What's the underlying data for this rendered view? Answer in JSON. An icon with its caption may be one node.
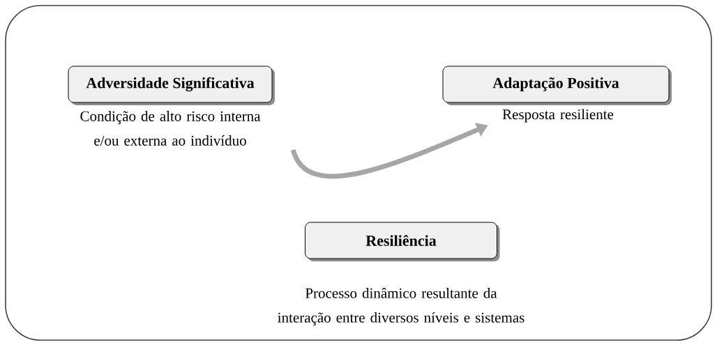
{
  "diagram": {
    "nodes": [
      {
        "text": [
          "Adversidade Significativa"
        ],
        "beside": [
          "Condição de alto risco interna e/ou externa ao indivíduo"
        ]
      },
      {
        "text": [
          "Adaptação Positiva"
        ],
        "beside": [
          "Resposta resiliente"
        ]
      },
      {
        "text": [
          "Resiliência"
        ],
        "beside": [
          "Processo dinâmico resultante da interação entre diversos níveis e sistemas"
        ]
      }
    ],
    "edges": [
      {
        "from": 0,
        "to": 1,
        "arrow": "to"
      }
    ]
  }
}
